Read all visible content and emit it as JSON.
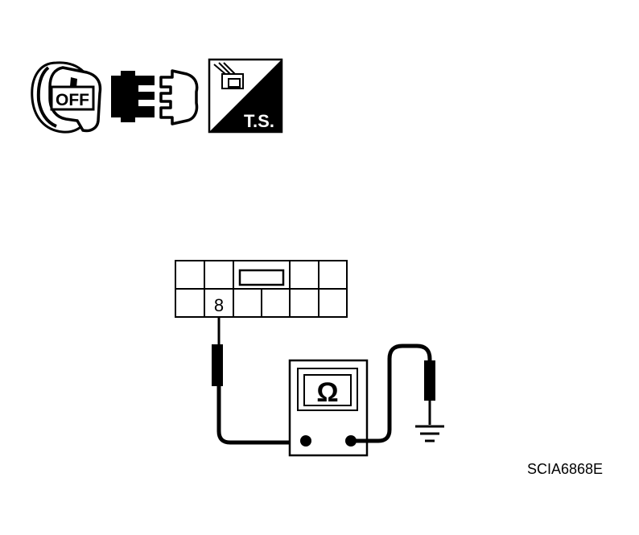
{
  "icons": {
    "ignition": {
      "name": "ignition-key-off-icon",
      "position_label": "OFF"
    },
    "connector": {
      "name": "disconnect-connector-icon"
    },
    "test_stand": {
      "name": "ts-test-symbol-icon",
      "label": "T.S."
    }
  },
  "connector": {
    "terminal_label": "8"
  },
  "meter": {
    "name": "ohmmeter",
    "symbol": "Ω"
  },
  "ground": {
    "name": "ground-symbol"
  },
  "figure_id": "SCIA6868E",
  "colors": {
    "ink": "#000000",
    "paper": "#ffffff"
  }
}
